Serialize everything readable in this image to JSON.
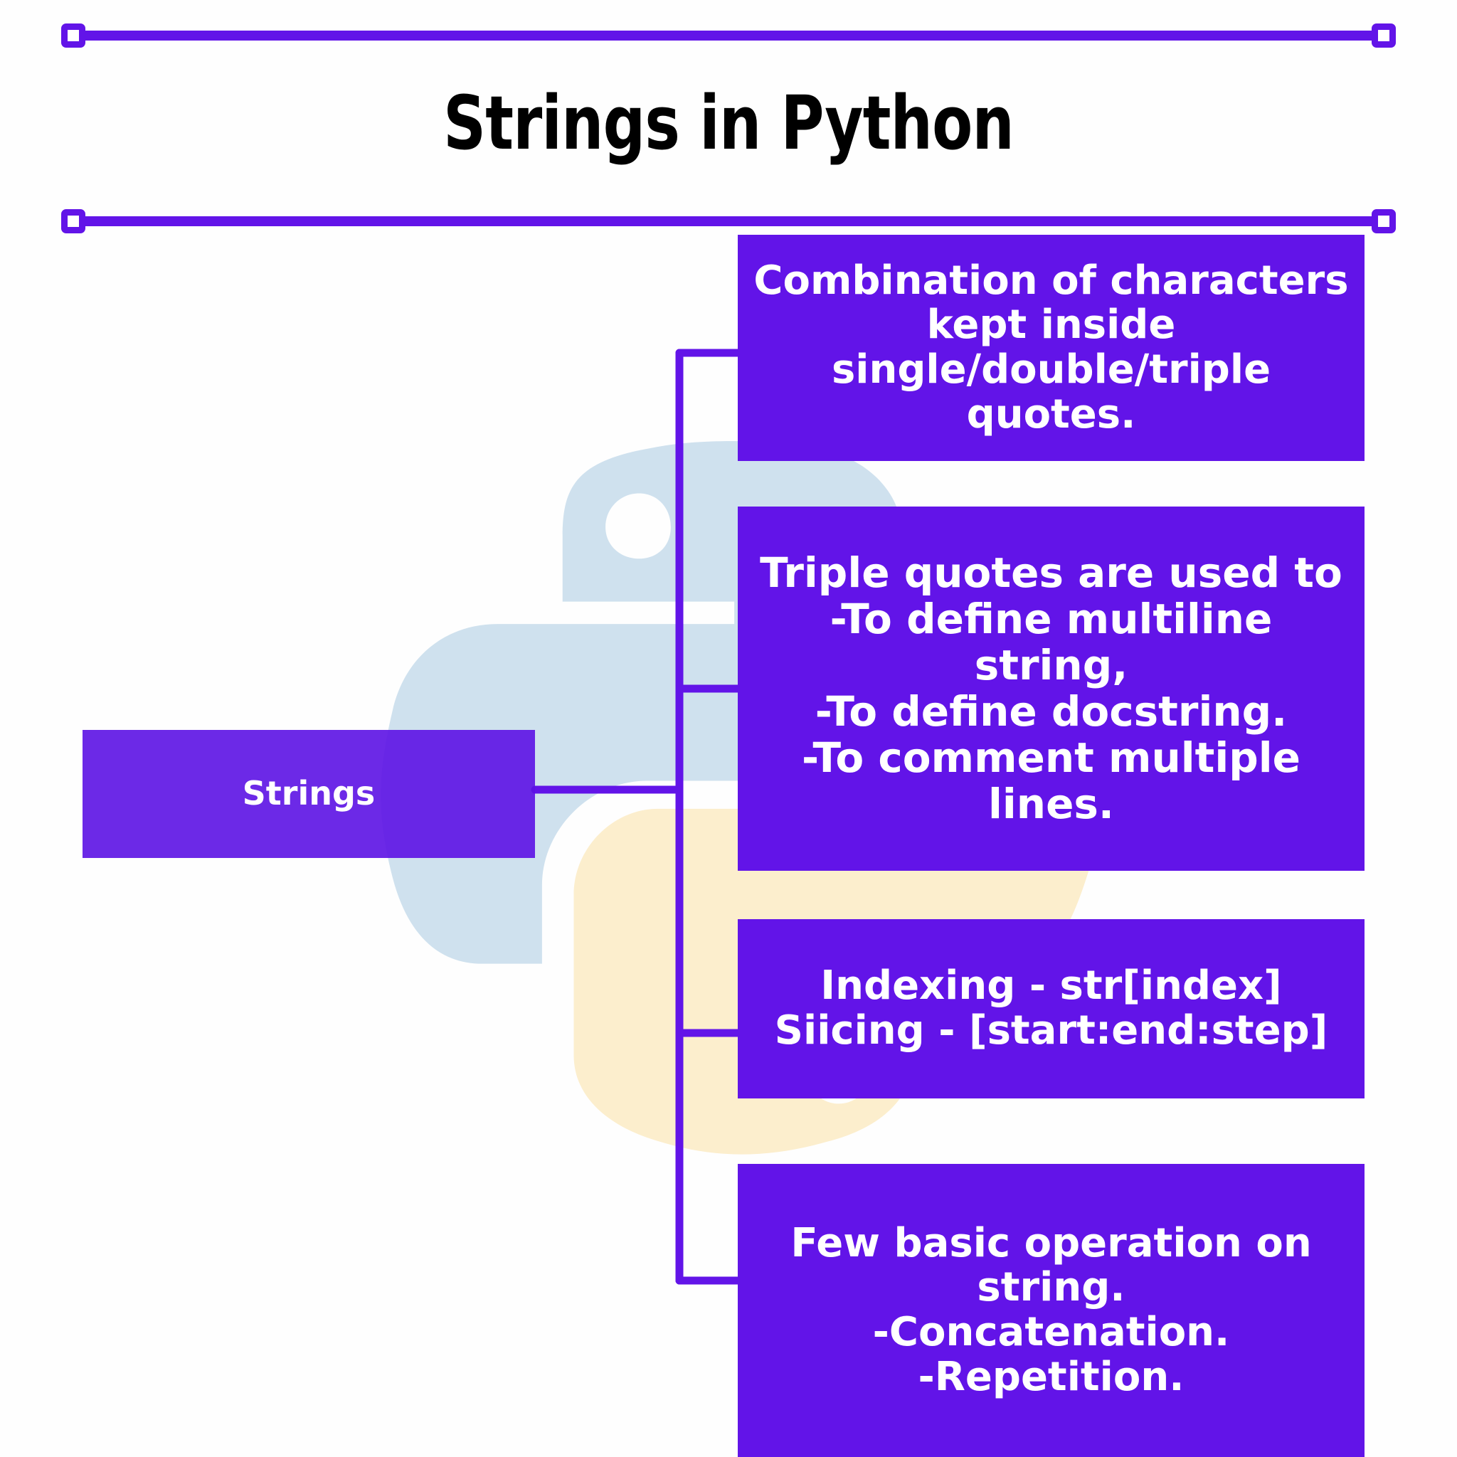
{
  "page": {
    "title": "Strings in Python",
    "background_color": "#ffffff",
    "accent_color": "#6214e8",
    "node_text_color": "#ffffff",
    "title_color": "#000000",
    "watermark": {
      "name": "python-logo-watermark",
      "upper_snake_color": "#cfe1ee",
      "lower_snake_color": "#fceecd"
    }
  },
  "decor": {
    "top_rule": "horizontal-rule-with-square-end-caps",
    "bottom_rule": "horizontal-rule-with-square-end-caps"
  },
  "diagram": {
    "type": "mind-map",
    "root": {
      "label": "Strings"
    },
    "branches": [
      {
        "id": "definition",
        "label": "Combination of characters\nkept inside\nsingle/double/triple quotes."
      },
      {
        "id": "triple-quotes",
        "label": "Triple quotes are used to\n-To define multiline string,\n-To define docstring.\n-To comment multiple\nlines."
      },
      {
        "id": "indexing-slicing",
        "label": "Indexing - str[index]\nSiicing - [start:end:step]"
      },
      {
        "id": "basic-operations",
        "label": "Few basic operation on\nstring.\n-Concatenation.\n-Repetition."
      }
    ]
  }
}
